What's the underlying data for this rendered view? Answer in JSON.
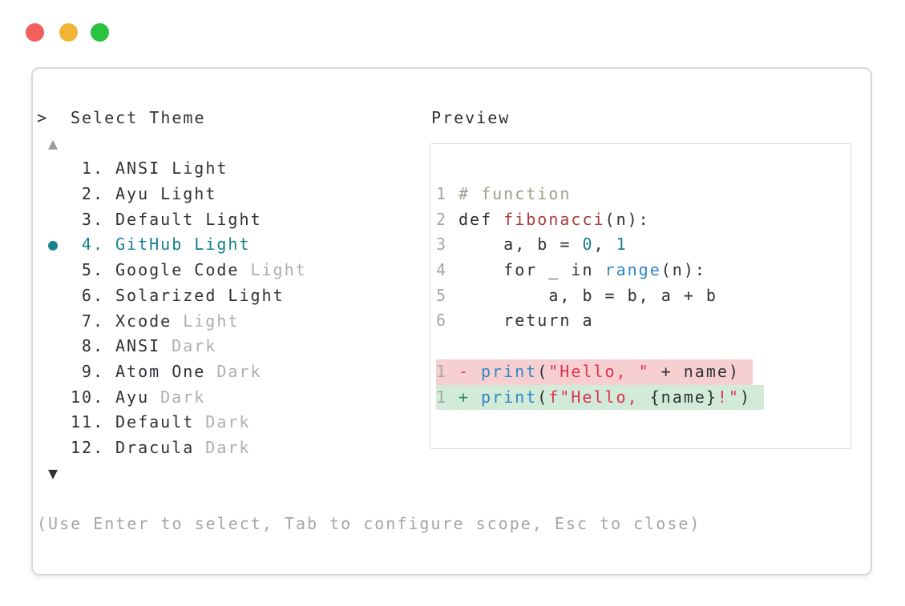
{
  "window": {
    "traffic_lights": [
      {
        "name": "close",
        "color": "#f1605c"
      },
      {
        "name": "minimize",
        "color": "#f2b434"
      },
      {
        "name": "maximize",
        "color": "#2ac23f"
      }
    ]
  },
  "prompt": {
    "symbol": ">",
    "title": "Select Theme"
  },
  "scroll": {
    "up_arrow": "▲",
    "down_arrow": "▼"
  },
  "theme_list": {
    "selected_index": 4,
    "selected_color": "#16808b",
    "items": [
      {
        "number": "1.",
        "name": "ANSI Light",
        "variant": "",
        "bullet": "",
        "selected": false
      },
      {
        "number": "2.",
        "name": "Ayu Light",
        "variant": "",
        "bullet": "",
        "selected": false
      },
      {
        "number": "3.",
        "name": "Default Light",
        "variant": "",
        "bullet": "",
        "selected": false
      },
      {
        "number": "4.",
        "name": "GitHub Light",
        "variant": "",
        "bullet": "●",
        "selected": true
      },
      {
        "number": "5.",
        "name": "Google Code",
        "variant": "Light",
        "bullet": "",
        "selected": false
      },
      {
        "number": "6.",
        "name": "Solarized Light",
        "variant": "",
        "bullet": "",
        "selected": false
      },
      {
        "number": "7.",
        "name": "Xcode",
        "variant": "Light",
        "bullet": "",
        "selected": false
      },
      {
        "number": "8.",
        "name": "ANSI",
        "variant": "Dark",
        "bullet": "",
        "selected": false
      },
      {
        "number": "9.",
        "name": "Atom One",
        "variant": "Dark",
        "bullet": "",
        "selected": false
      },
      {
        "number": "10.",
        "name": "Ayu",
        "variant": "Dark",
        "bullet": "",
        "selected": false
      },
      {
        "number": "11.",
        "name": "Default",
        "variant": "Dark",
        "bullet": "",
        "selected": false
      },
      {
        "number": "12.",
        "name": "Dracula",
        "variant": "Dark",
        "bullet": "",
        "selected": false
      }
    ]
  },
  "preview": {
    "label": "Preview",
    "code_lines": [
      {
        "num": "1",
        "tokens": [
          {
            "text": "# function",
            "type": "comment"
          }
        ]
      },
      {
        "num": "2",
        "tokens": [
          {
            "text": "def ",
            "type": "text"
          },
          {
            "text": "fibonacci",
            "type": "func"
          },
          {
            "text": "(n):",
            "type": "text"
          }
        ]
      },
      {
        "num": "3",
        "tokens": [
          {
            "text": "    a, b = ",
            "type": "text"
          },
          {
            "text": "0",
            "type": "num"
          },
          {
            "text": ", ",
            "type": "text"
          },
          {
            "text": "1",
            "type": "num"
          }
        ]
      },
      {
        "num": "4",
        "tokens": [
          {
            "text": "    for _ in ",
            "type": "text"
          },
          {
            "text": "range",
            "type": "builtin"
          },
          {
            "text": "(n):",
            "type": "text"
          }
        ]
      },
      {
        "num": "5",
        "tokens": [
          {
            "text": "        a, b = b, a + b",
            "type": "text"
          }
        ]
      },
      {
        "num": "6",
        "tokens": [
          {
            "text": "    return a",
            "type": "text"
          }
        ]
      }
    ],
    "diff_lines": [
      {
        "num": "1",
        "sign": "-",
        "kind": "removed",
        "tokens": [
          {
            "text": "print",
            "type": "builtin"
          },
          {
            "text": "(",
            "type": "text"
          },
          {
            "text": "\"Hello, \"",
            "type": "string"
          },
          {
            "text": " + name)",
            "type": "text"
          }
        ]
      },
      {
        "num": "1",
        "sign": "+",
        "kind": "added",
        "tokens": [
          {
            "text": "print",
            "type": "builtin"
          },
          {
            "text": "(",
            "type": "text"
          },
          {
            "text": "f\"Hello, ",
            "type": "string"
          },
          {
            "text": "{name}",
            "type": "text"
          },
          {
            "text": "!\"",
            "type": "string"
          },
          {
            "text": ")",
            "type": "text"
          }
        ]
      }
    ],
    "diff_colors": {
      "removed_bg": "#f8cfd1",
      "added_bg": "#d2ebd9",
      "removed_sign": "#d4475a",
      "added_sign": "#2b8a68"
    }
  },
  "help_text": "(Use Enter to select, Tab to configure scope, Esc to close)"
}
